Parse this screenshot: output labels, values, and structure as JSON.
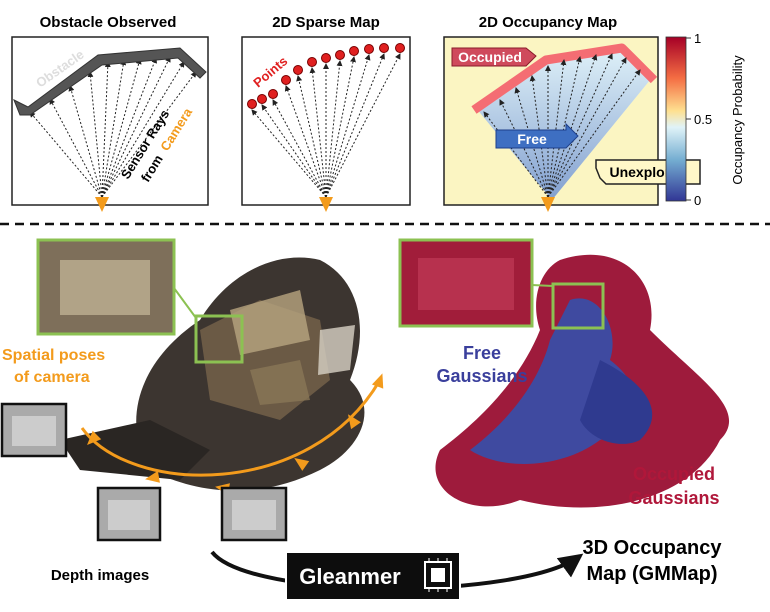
{
  "panels": {
    "obstacle": {
      "title": "Obstacle Observed",
      "obstacle_label": "Obstacle",
      "rays_line1": "Sensor Rays",
      "rays_line2": "from",
      "rays_camera": "Camera"
    },
    "sparse": {
      "title": "2D Sparse Map",
      "points_label": "Points"
    },
    "occupancy": {
      "title": "2D Occupancy Map",
      "occupied_label": "Occupied",
      "free_label": "Free",
      "unexplored_label": "Unexplored"
    }
  },
  "colorbar": {
    "label": "Occupancy Probability",
    "ticks": [
      "1",
      "0.5",
      "0"
    ]
  },
  "bottom": {
    "poses_line1": "Spatial poses",
    "poses_line2": "of camera",
    "depth_label": "Depth images",
    "free_line1": "Free",
    "free_line2": "Gaussians",
    "occ_line1": "Occupied",
    "occ_line2": "Gaussians",
    "gleanmer": "Gleanmer",
    "map_line1": "3D Occupancy",
    "map_line2": "Map (GMMap)"
  },
  "colors": {
    "orange": "#f39b1c",
    "occupied": "#b0173a",
    "free": "#3a3f9c",
    "panel_yellow": "#fbf5c2",
    "box_green": "#8cc152"
  }
}
